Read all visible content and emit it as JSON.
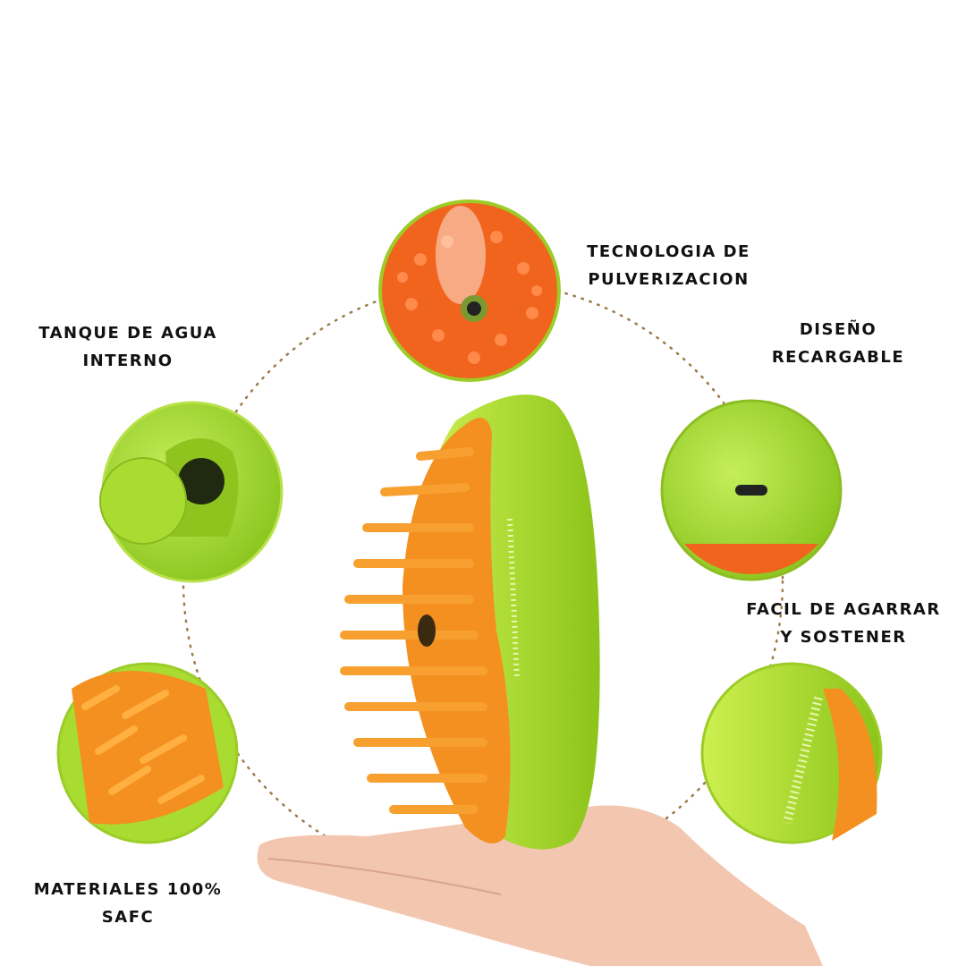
{
  "features": [
    {
      "line1": "TANQUE DE AGUA",
      "line2": "INTERNO"
    },
    {
      "line1": "TECNOLOGIA DE",
      "line2": "PULVERIZACION"
    },
    {
      "line1": "DISEÑO",
      "line2": "RECARGABLE"
    },
    {
      "line1": "FACIL DE AGARRAR",
      "line2": "Y SOSTENER"
    },
    {
      "line1": "MATERIALES 100%",
      "line2": "SAFC"
    }
  ],
  "colors": {
    "green": "#a6dc2a",
    "orange": "#f08a1c",
    "red_orange": "#f0641e"
  }
}
